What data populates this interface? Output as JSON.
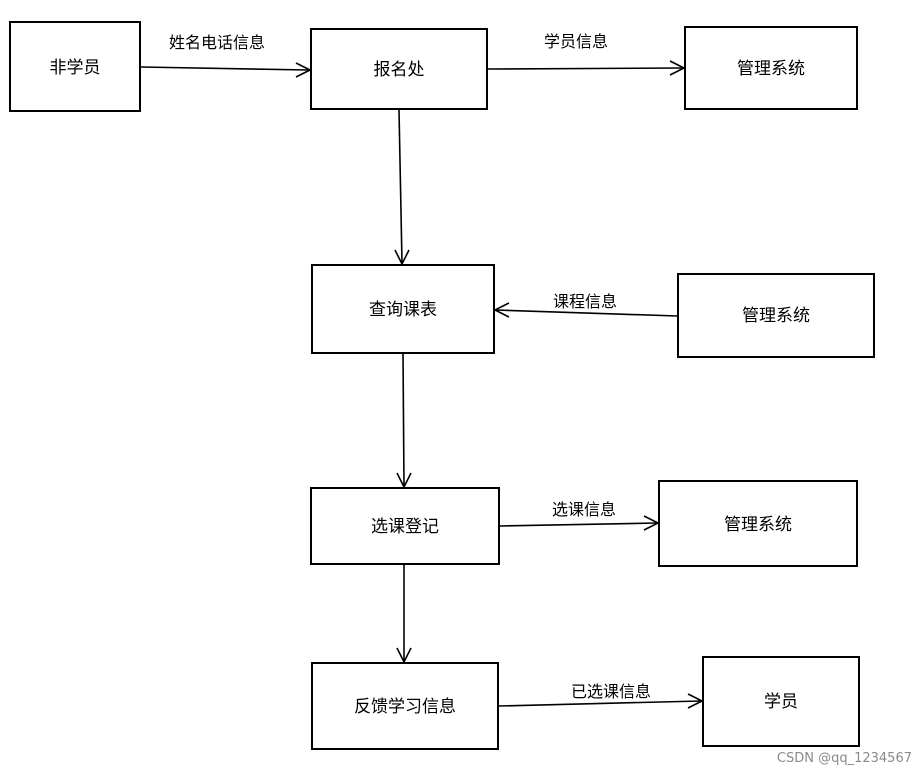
{
  "nodes": {
    "non_student": "非学员",
    "registration": "报名处",
    "mgmt_top": "管理系统",
    "query_schedule": "查询课表",
    "mgmt_middle": "管理系统",
    "course_select": "选课登记",
    "mgmt_lower": "管理系统",
    "feedback": "反馈学习信息",
    "student": "学员"
  },
  "edges": {
    "name_phone": "姓名电话信息",
    "student_info": "学员信息",
    "course_info": "课程信息",
    "selection_info": "选课信息",
    "selected_info": "已选课信息"
  },
  "watermark": "CSDN @qq_1234567"
}
